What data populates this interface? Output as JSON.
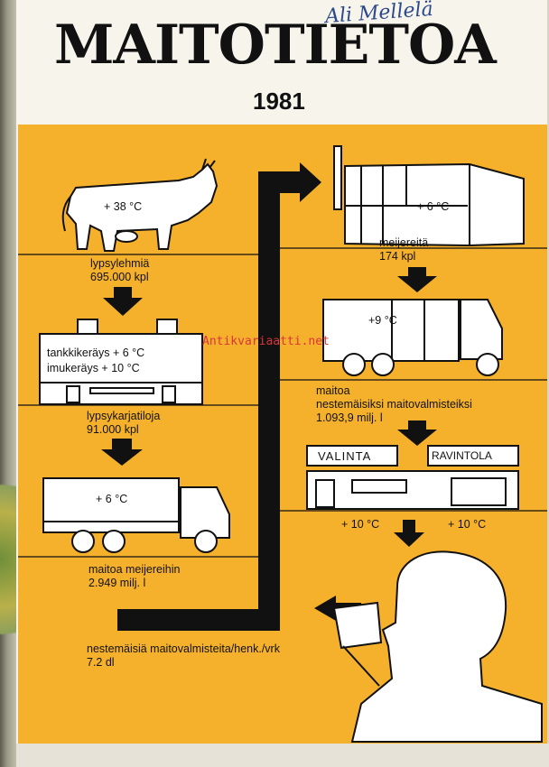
{
  "header": {
    "title": "MAITOTIETOA",
    "year": "1981",
    "signature": "Ali Mellelä",
    "watermark": "Antikvariaatti.net"
  },
  "flow": {
    "cow": {
      "temp": "+ 38 °C",
      "caption_l1": "lypsylehmiä",
      "caption_l2": "695.000 kpl"
    },
    "farm": {
      "line1": "tankkikeräys  + 6 °C",
      "line2": "imukeräys  + 10 °C",
      "caption_l1": "lypsykarjatiloja",
      "caption_l2": "91.000 kpl"
    },
    "truck1": {
      "temp": "+ 6 °C",
      "caption_l1": "maitoa meijereihin",
      "caption_l2": "2.949 milj. l"
    },
    "dairy": {
      "temp": "+ 6 °C",
      "caption_l1": "meijereitä",
      "caption_l2": "174 kpl"
    },
    "truck2": {
      "temp": "+9 °C",
      "caption_l1": "maitoa",
      "caption_l2": "nestemäisiksi maitovalmisteiksi",
      "caption_l3": "1.093,9 milj. l"
    },
    "shops": {
      "sign1": "VALINTA",
      "sign2": "RAVINTOLA",
      "temp1": "+ 10 °C",
      "temp2": "+ 10 °C"
    },
    "consumption": {
      "caption_l1": "nestemäisiä maitovalmisteita/henk./vrk",
      "caption_l2": "7.2 dl"
    }
  },
  "colors": {
    "yellow": "#f5b12c",
    "ink": "#111111"
  }
}
